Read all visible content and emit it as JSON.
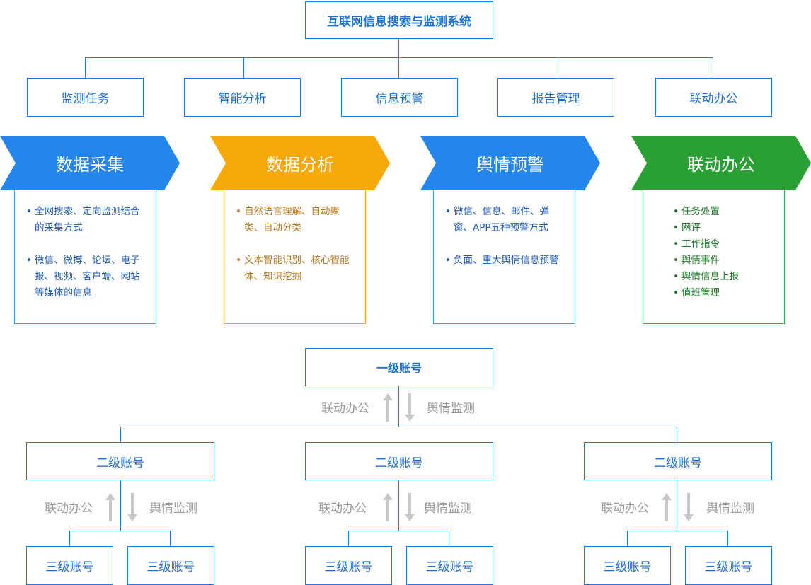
{
  "system_title": "互联网信息搜索与监测系统",
  "modules": [
    "监测任务",
    "智能分析",
    "信息预警",
    "报告管理",
    "联动办公"
  ],
  "pillars": [
    {
      "title": "数据采集",
      "color": "#2486ea",
      "items": [
        "全网搜索、定向监测结合的采集方式",
        "微信、微博、论坛、电子报、视频、客户端、网站等媒体的信息"
      ]
    },
    {
      "title": "数据分析",
      "color": "#f8a90a",
      "items": [
        "自然语言理解、自动聚类、自动分类",
        "文本智能识别、核心智能体、知识挖掘"
      ]
    },
    {
      "title": "舆情预警",
      "color": "#2486ea",
      "items": [
        "微信、信息、邮件、弹窗、APP五种预警方式",
        "负面、重大舆情信息预警"
      ]
    },
    {
      "title": "联动办公",
      "color": "#2aa034",
      "items": [
        "任务处置",
        "网评",
        "工作指令",
        "舆情事件",
        "舆情信息上报",
        "值班管理"
      ]
    }
  ],
  "hierarchy": {
    "level1": "一级账号",
    "up_label": "联动办公",
    "down_label": "舆情监测",
    "level2": [
      "二级账号",
      "二级账号",
      "二级账号"
    ],
    "level3": [
      "三级账号",
      "三级账号",
      "三级账号",
      "三级账号",
      "三级账号",
      "三级账号"
    ]
  }
}
